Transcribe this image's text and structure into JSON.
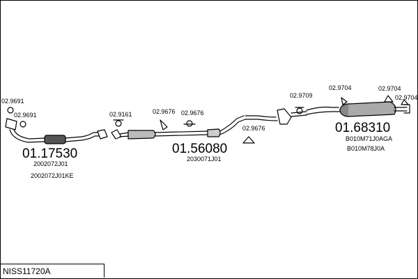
{
  "assembly_code": "NISS11720A",
  "parts": {
    "front_pipe": {
      "number": "01.17530",
      "refs": [
        "2002072J01",
        "2002072J01KE"
      ]
    },
    "center_muffler": {
      "number": "01.56080",
      "refs": [
        "2030071J01"
      ]
    },
    "rear_muffler": {
      "number": "01.68310",
      "refs": [
        "B010M71J0AGA",
        "B010M78J0A"
      ]
    }
  },
  "accessories": [
    "02.9691",
    "02.9691",
    "02.9161",
    "02.9676",
    "02.9676",
    "02.9676",
    "02.9709",
    "02.9704",
    "02.9704",
    "02.9704"
  ]
}
